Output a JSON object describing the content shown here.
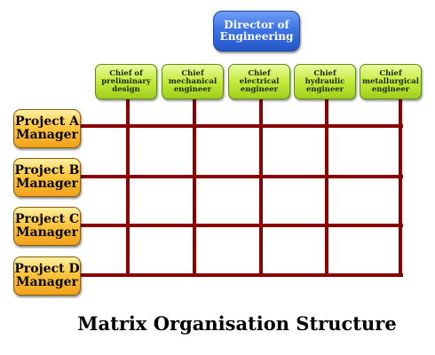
{
  "director": {
    "label": "Director of\nEngineering"
  },
  "chiefs": [
    {
      "label": "Chief of\npreliminary\ndesign"
    },
    {
      "label": "Chief\nmechanical\nengineer"
    },
    {
      "label": "Chief\nelectrical\nengineer"
    },
    {
      "label": "Chief\nhydraulic\nengineer"
    },
    {
      "label": "Chief\nmetallurgical\nengineer"
    }
  ],
  "project_managers": [
    {
      "label": "Project A\nManager"
    },
    {
      "label": "Project B\nManager"
    },
    {
      "label": "Project C\nManager"
    },
    {
      "label": "Project D\nManager"
    }
  ],
  "caption": "Matrix Organisation Structure",
  "colors": {
    "grid_line": "#8b0000",
    "director_fill": "#3e74e3",
    "chief_fill": "#c3ea3a",
    "manager_fill": "#ffc63e"
  }
}
